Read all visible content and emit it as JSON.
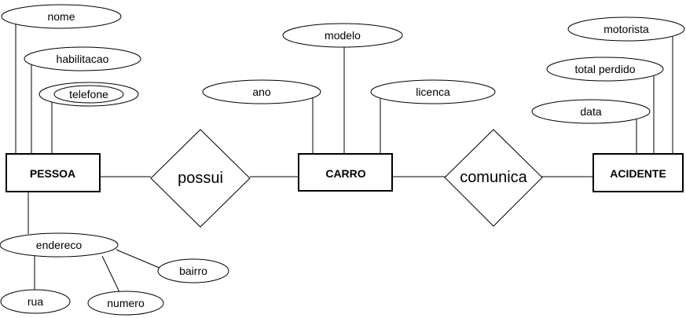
{
  "entities": {
    "pessoa": "PESSOA",
    "carro": "CARRO",
    "acidente": "ACIDENTE"
  },
  "relationships": {
    "possui": "possui",
    "comunica": "comunica"
  },
  "attributes": {
    "nome": "nome",
    "habilitacao": "habilitacao",
    "telefone": "telefone",
    "endereco": "endereco",
    "rua": "rua",
    "numero": "numero",
    "bairro": "bairro",
    "ano": "ano",
    "modelo": "modelo",
    "licenca": "licenca",
    "motorista": "motorista",
    "total_perdido": "total perdido",
    "data": "data"
  }
}
